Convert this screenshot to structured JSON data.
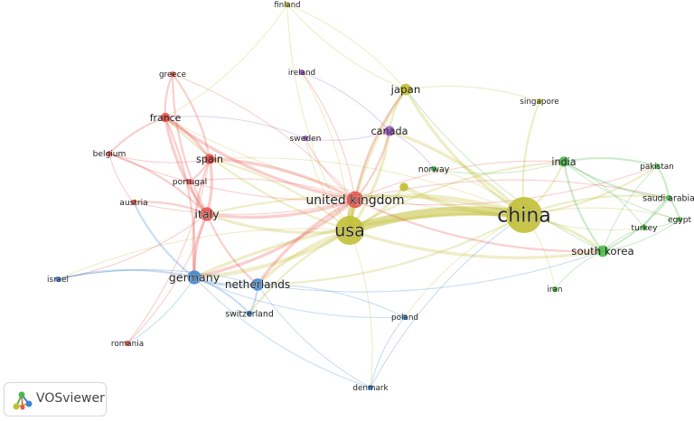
{
  "brand": {
    "name": "VOSviewer",
    "logo_icon": "vosviewer-logo-icon"
  },
  "clusters": {
    "red": "#e8524d",
    "green": "#4eb84b",
    "blue": "#3d86d1",
    "yellow": "#c2bf37",
    "purple": "#a05bc8",
    "label": "#222222"
  },
  "nodes": [
    {
      "id": "finland",
      "label": "finland",
      "cluster": "yellow",
      "weight": 0.5
    },
    {
      "id": "greece",
      "label": "greece",
      "cluster": "red",
      "weight": 0.6
    },
    {
      "id": "ireland",
      "label": "ireland",
      "cluster": "purple",
      "weight": 0.6
    },
    {
      "id": "japan",
      "label": "japan",
      "cluster": "yellow",
      "weight": 1.6
    },
    {
      "id": "singapore",
      "label": "singapore",
      "cluster": "yellow",
      "weight": 0.6
    },
    {
      "id": "france",
      "label": "france",
      "cluster": "red",
      "weight": 1.3
    },
    {
      "id": "canada",
      "label": "canada",
      "cluster": "purple",
      "weight": 1.4
    },
    {
      "id": "sweden",
      "label": "sweden",
      "cluster": "purple",
      "weight": 0.7
    },
    {
      "id": "belgium",
      "label": "belgium",
      "cluster": "red",
      "weight": 0.7
    },
    {
      "id": "spain",
      "label": "spain",
      "cluster": "red",
      "weight": 1.4
    },
    {
      "id": "india",
      "label": "india",
      "cluster": "green",
      "weight": 1.4
    },
    {
      "id": "norway",
      "label": "norway",
      "cluster": "green",
      "weight": 0.8
    },
    {
      "id": "pakistan",
      "label": "pakistan",
      "cluster": "green",
      "weight": 0.6
    },
    {
      "id": "portugal",
      "label": "portugal",
      "cluster": "red",
      "weight": 0.7
    },
    {
      "id": "united-kingdom",
      "label": "united kingdom",
      "cluster": "red",
      "weight": 2.3
    },
    {
      "id": "saudi-arabia",
      "label": "saudi arabia",
      "cluster": "green",
      "weight": 0.8
    },
    {
      "id": "austria",
      "label": "austria",
      "cluster": "red",
      "weight": 0.7
    },
    {
      "id": "china",
      "label": "china",
      "cluster": "yellow",
      "weight": 5.0
    },
    {
      "id": "italy",
      "label": "italy",
      "cluster": "red",
      "weight": 1.9
    },
    {
      "id": "egypt",
      "label": "egypt",
      "cluster": "green",
      "weight": 0.7
    },
    {
      "id": "usa",
      "label": "usa",
      "cluster": "yellow",
      "weight": 4.0
    },
    {
      "id": "turkey",
      "label": "turkey",
      "cluster": "green",
      "weight": 0.7
    },
    {
      "id": "south-korea",
      "label": "south korea",
      "cluster": "green",
      "weight": 1.6
    },
    {
      "id": "germany",
      "label": "germany",
      "cluster": "blue",
      "weight": 1.9
    },
    {
      "id": "israel",
      "label": "israel",
      "cluster": "blue",
      "weight": 0.6
    },
    {
      "id": "netherlands",
      "label": "netherlands",
      "cluster": "blue",
      "weight": 1.7
    },
    {
      "id": "iran",
      "label": "iran",
      "cluster": "green",
      "weight": 0.6
    },
    {
      "id": "switzerland",
      "label": "switzerland",
      "cluster": "blue",
      "weight": 0.8
    },
    {
      "id": "poland",
      "label": "poland",
      "cluster": "blue",
      "weight": 0.6
    },
    {
      "id": "romania",
      "label": "romania",
      "cluster": "red",
      "weight": 0.6
    },
    {
      "id": "denmark",
      "label": "denmark",
      "cluster": "blue",
      "weight": 0.6
    },
    {
      "id": "unlabeled-yellow",
      "label": "",
      "cluster": "yellow",
      "weight": 1.2
    }
  ],
  "edges": [
    [
      "china",
      "usa",
      9
    ],
    [
      "usa",
      "united-kingdom",
      6
    ],
    [
      "china",
      "united-kingdom",
      4
    ],
    [
      "china",
      "south-korea",
      3
    ],
    [
      "china",
      "india",
      2
    ],
    [
      "china",
      "japan",
      3
    ],
    [
      "china",
      "canada",
      3
    ],
    [
      "china",
      "saudi-arabia",
      2
    ],
    [
      "china",
      "pakistan",
      2
    ],
    [
      "china",
      "egypt",
      1
    ],
    [
      "china",
      "turkey",
      1
    ],
    [
      "china",
      "singapore",
      2
    ],
    [
      "china",
      "germany",
      3
    ],
    [
      "china",
      "netherlands",
      2
    ],
    [
      "china",
      "italy",
      2
    ],
    [
      "china",
      "iran",
      1
    ],
    [
      "china",
      "norway",
      1
    ],
    [
      "china",
      "unlabeled-yellow",
      4
    ],
    [
      "china",
      "spain",
      1
    ],
    [
      "china",
      "france",
      1
    ],
    [
      "china",
      "poland",
      1
    ],
    [
      "usa",
      "japan",
      3
    ],
    [
      "usa",
      "canada",
      3
    ],
    [
      "usa",
      "germany",
      4
    ],
    [
      "usa",
      "netherlands",
      3
    ],
    [
      "usa",
      "italy",
      3
    ],
    [
      "usa",
      "spain",
      2
    ],
    [
      "usa",
      "france",
      2
    ],
    [
      "usa",
      "south-korea",
      3
    ],
    [
      "usa",
      "india",
      2
    ],
    [
      "usa",
      "switzerland",
      2
    ],
    [
      "usa",
      "finland",
      1
    ],
    [
      "usa",
      "israel",
      1
    ],
    [
      "usa",
      "denmark",
      1
    ],
    [
      "usa",
      "unlabeled-yellow",
      3
    ],
    [
      "usa",
      "sweden",
      1
    ],
    [
      "usa",
      "ireland",
      1
    ],
    [
      "united-kingdom",
      "italy",
      3
    ],
    [
      "united-kingdom",
      "spain",
      3
    ],
    [
      "united-kingdom",
      "germany",
      3
    ],
    [
      "united-kingdom",
      "netherlands",
      3
    ],
    [
      "united-kingdom",
      "france",
      3
    ],
    [
      "united-kingdom",
      "canada",
      2
    ],
    [
      "united-kingdom",
      "japan",
      2
    ],
    [
      "united-kingdom",
      "greece",
      1
    ],
    [
      "united-kingdom",
      "belgium",
      1
    ],
    [
      "united-kingdom",
      "portugal",
      1
    ],
    [
      "united-kingdom",
      "austria",
      1
    ],
    [
      "united-kingdom",
      "ireland",
      1
    ],
    [
      "united-kingdom",
      "sweden",
      1
    ],
    [
      "united-kingdom",
      "south-korea",
      2
    ],
    [
      "united-kingdom",
      "india",
      1
    ],
    [
      "united-kingdom",
      "pakistan",
      1
    ],
    [
      "united-kingdom",
      "saudi-arabia",
      1
    ],
    [
      "italy",
      "spain",
      3
    ],
    [
      "italy",
      "france",
      3
    ],
    [
      "italy",
      "germany",
      3
    ],
    [
      "italy",
      "greece",
      2
    ],
    [
      "italy",
      "belgium",
      2
    ],
    [
      "italy",
      "portugal",
      2
    ],
    [
      "italy",
      "austria",
      2
    ],
    [
      "italy",
      "romania",
      1
    ],
    [
      "italy",
      "netherlands",
      2
    ],
    [
      "italy",
      "israel",
      1
    ],
    [
      "spain",
      "france",
      3
    ],
    [
      "spain",
      "portugal",
      2
    ],
    [
      "spain",
      "greece",
      2
    ],
    [
      "spain",
      "belgium",
      1
    ],
    [
      "spain",
      "germany",
      2
    ],
    [
      "france",
      "greece",
      2
    ],
    [
      "france",
      "belgium",
      2
    ],
    [
      "france",
      "germany",
      2
    ],
    [
      "germany",
      "netherlands",
      3
    ],
    [
      "germany",
      "switzerland",
      2
    ],
    [
      "germany",
      "israel",
      2
    ],
    [
      "germany",
      "austria",
      2
    ],
    [
      "germany",
      "denmark",
      1
    ],
    [
      "germany",
      "romania",
      1
    ],
    [
      "germany",
      "poland",
      1
    ],
    [
      "netherlands",
      "switzerland",
      2
    ],
    [
      "netherlands",
      "denmark",
      1
    ],
    [
      "netherlands",
      "poland",
      1
    ],
    [
      "netherlands",
      "south-korea",
      1
    ],
    [
      "south-korea",
      "india",
      2
    ],
    [
      "south-korea",
      "saudi-arabia",
      2
    ],
    [
      "south-korea",
      "pakistan",
      1
    ],
    [
      "south-korea",
      "egypt",
      1
    ],
    [
      "south-korea",
      "turkey",
      1
    ],
    [
      "south-korea",
      "iran",
      1
    ],
    [
      "south-korea",
      "japan",
      1
    ],
    [
      "india",
      "saudi-arabia",
      2
    ],
    [
      "india",
      "pakistan",
      2
    ],
    [
      "india",
      "egypt",
      1
    ],
    [
      "india",
      "turkey",
      1
    ],
    [
      "saudi-arabia",
      "pakistan",
      2
    ],
    [
      "saudi-arabia",
      "egypt",
      2
    ],
    [
      "saudi-arabia",
      "turkey",
      1
    ],
    [
      "egypt",
      "turkey",
      1
    ],
    [
      "japan",
      "canada",
      2
    ],
    [
      "japan",
      "singapore",
      1
    ],
    [
      "japan",
      "finland",
      1
    ],
    [
      "canada",
      "sweden",
      1
    ],
    [
      "canada",
      "ireland",
      1
    ],
    [
      "canada",
      "norway",
      1
    ],
    [
      "norway",
      "india",
      1
    ],
    [
      "finland",
      "france",
      1
    ],
    [
      "finland",
      "japan",
      1
    ],
    [
      "denmark",
      "poland",
      1
    ],
    [
      "belgium",
      "austria",
      1
    ],
    [
      "israel",
      "netherlands",
      1
    ],
    [
      "romania",
      "spain",
      1
    ],
    [
      "denmark",
      "china",
      1
    ],
    [
      "sweden",
      "france",
      1
    ]
  ]
}
